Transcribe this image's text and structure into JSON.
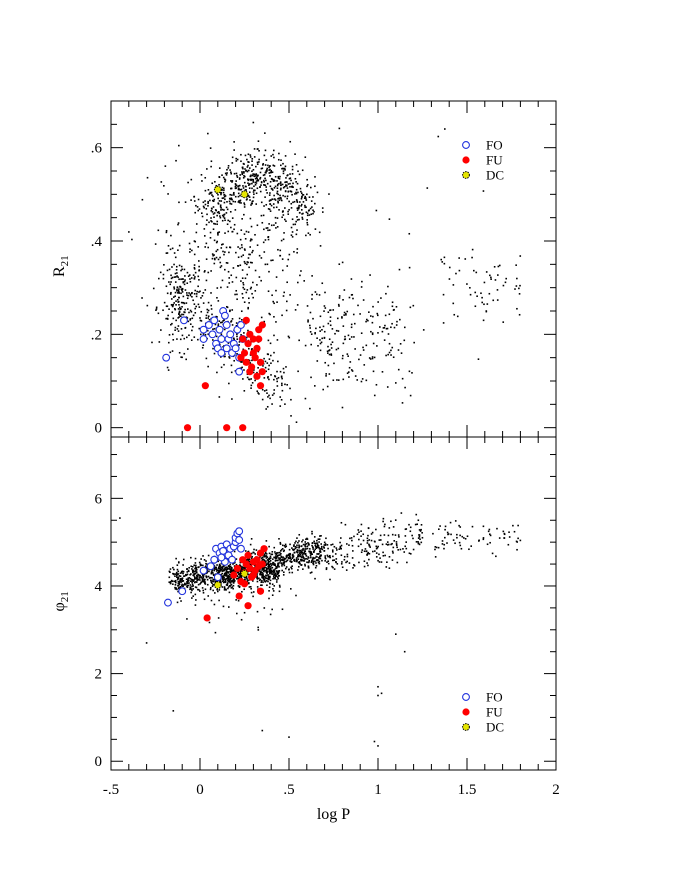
{
  "chart_data": [
    {
      "type": "scatter",
      "panel": "top",
      "ylabel": "R21",
      "ylabel_main": "R",
      "ylabel_sub": "21",
      "xlabel": "",
      "xlim": [
        -0.5,
        2
      ],
      "ylim": [
        -0.02,
        0.7
      ],
      "yticks": [
        0,
        0.2,
        0.4,
        0.6
      ],
      "ytick_labels": [
        "0",
        ".2",
        ".4",
        ".6"
      ],
      "legend_position": "top-right",
      "legend": [
        {
          "label": "FO",
          "marker": "open-circle",
          "color": "#2233dd"
        },
        {
          "label": "FU",
          "marker": "filled-circle",
          "color": "#ff0000"
        },
        {
          "label": "DC",
          "marker": "filled-circle-outlined",
          "color": "#e6e600"
        }
      ],
      "series": [
        {
          "name": "FO",
          "color": "#2233dd",
          "points": [
            [
              -0.19,
              0.15
            ],
            [
              -0.09,
              0.23
            ],
            [
              0.02,
              0.19
            ],
            [
              0.02,
              0.21
            ],
            [
              0.05,
              0.22
            ],
            [
              0.07,
              0.2
            ],
            [
              0.09,
              0.18
            ],
            [
              0.1,
              0.17
            ],
            [
              0.11,
              0.21
            ],
            [
              0.12,
              0.19
            ],
            [
              0.13,
              0.25
            ],
            [
              0.14,
              0.24
            ],
            [
              0.15,
              0.17
            ],
            [
              0.15,
              0.22
            ],
            [
              0.16,
              0.19
            ],
            [
              0.17,
              0.2
            ],
            [
              0.18,
              0.16
            ],
            [
              0.19,
              0.18
            ],
            [
              0.2,
              0.17
            ],
            [
              0.21,
              0.21
            ],
            [
              0.22,
              0.15
            ],
            [
              0.23,
              0.22
            ],
            [
              0.24,
              0.19
            ],
            [
              0.22,
              0.12
            ],
            [
              0.12,
              0.16
            ],
            [
              0.08,
              0.23
            ]
          ]
        },
        {
          "name": "FU",
          "color": "#ff0000",
          "points": [
            [
              -0.07,
              0.0
            ],
            [
              0.15,
              0.0
            ],
            [
              0.24,
              0.0
            ],
            [
              0.03,
              0.09
            ],
            [
              0.23,
              0.15
            ],
            [
              0.24,
              0.19
            ],
            [
              0.25,
              0.16
            ],
            [
              0.26,
              0.23
            ],
            [
              0.26,
              0.14
            ],
            [
              0.27,
              0.18
            ],
            [
              0.28,
              0.2
            ],
            [
              0.29,
              0.13
            ],
            [
              0.3,
              0.16
            ],
            [
              0.31,
              0.15
            ],
            [
              0.32,
              0.17
            ],
            [
              0.32,
              0.11
            ],
            [
              0.33,
              0.21
            ],
            [
              0.33,
              0.19
            ],
            [
              0.34,
              0.14
            ],
            [
              0.34,
              0.09
            ],
            [
              0.35,
              0.22
            ],
            [
              0.35,
              0.12
            ],
            [
              0.3,
              0.19
            ],
            [
              0.28,
              0.12
            ]
          ]
        },
        {
          "name": "DC",
          "color": "#e6e600",
          "points": [
            [
              0.1,
              0.51
            ],
            [
              0.25,
              0.5
            ]
          ]
        }
      ]
    },
    {
      "type": "scatter",
      "panel": "bottom",
      "ylabel": "φ21",
      "ylabel_main": "φ",
      "ylabel_sub": "21",
      "xlabel": "log P",
      "xlim": [
        -0.5,
        2
      ],
      "ylim": [
        -0.2,
        7.4
      ],
      "xticks": [
        -0.5,
        0,
        0.5,
        1,
        1.5,
        2
      ],
      "xtick_labels": [
        "-.5",
        "0",
        ".5",
        "1",
        "1.5",
        "2"
      ],
      "yticks": [
        0,
        2,
        4,
        6
      ],
      "ytick_labels": [
        "0",
        "2",
        "4",
        "6"
      ],
      "legend_position": "bottom-right",
      "legend": [
        {
          "label": "FO",
          "marker": "open-circle",
          "color": "#2233dd"
        },
        {
          "label": "FU",
          "marker": "filled-circle",
          "color": "#ff0000"
        },
        {
          "label": "DC",
          "marker": "filled-circle-outlined",
          "color": "#e6e600"
        }
      ],
      "series": [
        {
          "name": "FO",
          "color": "#2233dd",
          "points": [
            [
              -0.18,
              3.62
            ],
            [
              -0.1,
              3.88
            ],
            [
              0.02,
              4.35
            ],
            [
              0.08,
              4.6
            ],
            [
              0.09,
              4.85
            ],
            [
              0.1,
              4.2
            ],
            [
              0.11,
              4.75
            ],
            [
              0.12,
              4.9
            ],
            [
              0.13,
              4.8
            ],
            [
              0.14,
              4.55
            ],
            [
              0.15,
              4.95
            ],
            [
              0.16,
              4.7
            ],
            [
              0.17,
              4.85
            ],
            [
              0.18,
              4.6
            ],
            [
              0.19,
              4.9
            ],
            [
              0.2,
              5.0
            ],
            [
              0.2,
              5.1
            ],
            [
              0.21,
              5.2
            ],
            [
              0.22,
              5.05
            ],
            [
              0.22,
              5.25
            ],
            [
              0.23,
              4.85
            ],
            [
              0.12,
              4.65
            ],
            [
              0.06,
              4.45
            ]
          ]
        },
        {
          "name": "FU",
          "color": "#ff0000",
          "points": [
            [
              0.04,
              3.27
            ],
            [
              0.22,
              3.77
            ],
            [
              0.27,
              3.55
            ],
            [
              0.34,
              3.88
            ],
            [
              0.19,
              4.25
            ],
            [
              0.21,
              4.4
            ],
            [
              0.23,
              4.1
            ],
            [
              0.24,
              4.6
            ],
            [
              0.25,
              4.3
            ],
            [
              0.26,
              4.5
            ],
            [
              0.27,
              4.7
            ],
            [
              0.28,
              4.4
            ],
            [
              0.29,
              4.2
            ],
            [
              0.3,
              4.55
            ],
            [
              0.31,
              4.35
            ],
            [
              0.32,
              4.6
            ],
            [
              0.33,
              4.45
            ],
            [
              0.34,
              4.75
            ],
            [
              0.35,
              4.5
            ],
            [
              0.36,
              4.85
            ],
            [
              0.25,
              4.05
            ],
            [
              0.3,
              4.25
            ]
          ]
        },
        {
          "name": "DC",
          "color": "#e6e600",
          "points": [
            [
              0.1,
              4.02
            ],
            [
              0.25,
              4.28
            ]
          ]
        }
      ]
    }
  ]
}
